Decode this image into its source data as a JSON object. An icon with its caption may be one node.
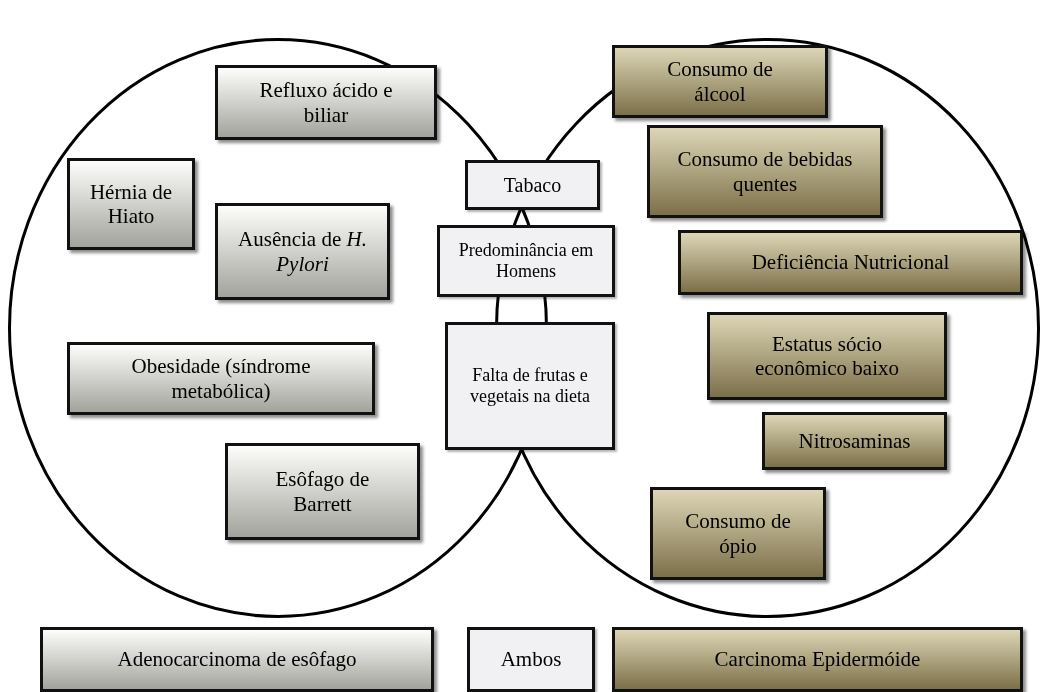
{
  "diagram": {
    "nodes": [
      {
        "text": [],
        "shape": "circle"
      },
      {
        "text": [],
        "shape": "circle"
      },
      {
        "text": [
          "Refluxo ácido e biliar"
        ],
        "in": 0
      },
      {
        "text": [
          "Hérnia de Hiato"
        ],
        "in": 0
      },
      {
        "text": [
          "Ausência de *H. Pylori*"
        ],
        "in": 0
      },
      {
        "text": [
          "Obesidade (síndrome metabólica)"
        ],
        "in": 0
      },
      {
        "text": [
          "Esôfago de Barrett"
        ],
        "in": 0
      },
      {
        "text": [
          "Tabaco"
        ]
      },
      {
        "text": [
          "Predominância em Homens"
        ]
      },
      {
        "text": [
          "Falta de frutas e vegetais na dieta"
        ]
      },
      {
        "text": [
          "Consumo de álcool"
        ],
        "in": 1
      },
      {
        "text": [
          "Consumo de bebidas quentes"
        ],
        "in": 1
      },
      {
        "text": [
          "Deficiência Nutricional"
        ],
        "in": 1
      },
      {
        "text": [
          "Estatus sócio econômico baixo"
        ],
        "in": 1
      },
      {
        "text": [
          "Nitrosaminas"
        ],
        "in": 1
      },
      {
        "text": [
          "Consumo de ópio"
        ],
        "in": 1
      },
      {
        "text": [
          "Adenocarcinoma de esôfago"
        ]
      },
      {
        "text": [
          "Ambos"
        ]
      },
      {
        "text": [
          "Carcinoma Epidermóide"
        ]
      }
    ]
  }
}
